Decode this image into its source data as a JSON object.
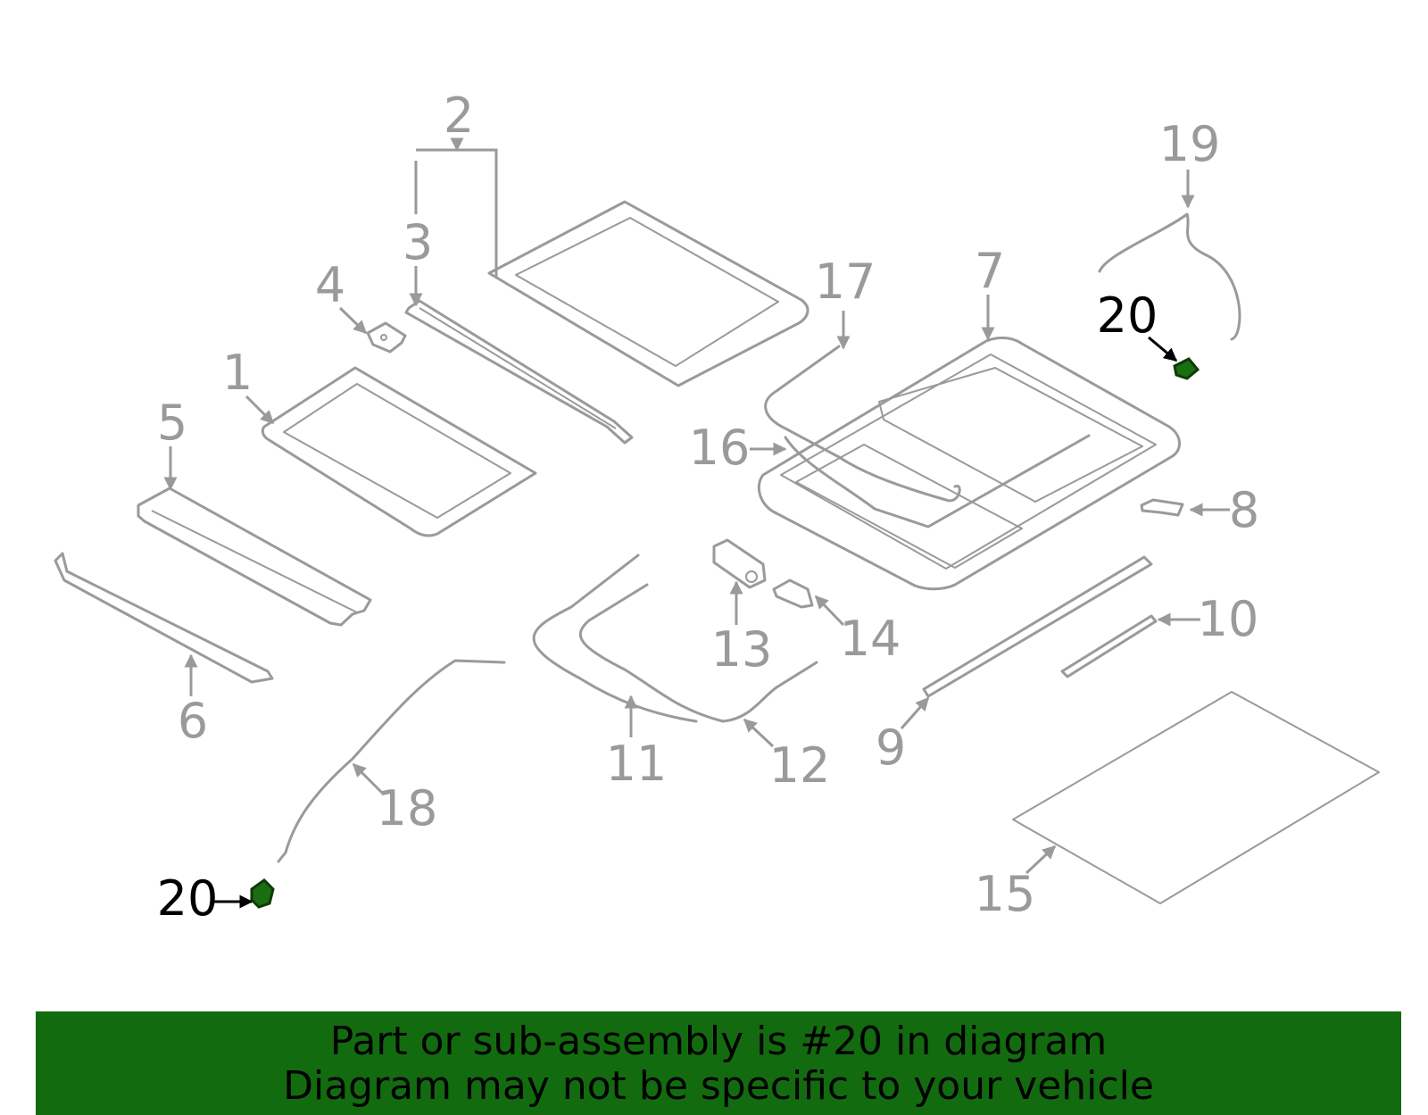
{
  "diagram": {
    "callouts": [
      "1",
      "2",
      "3",
      "4",
      "5",
      "6",
      "7",
      "8",
      "9",
      "10",
      "11",
      "12",
      "13",
      "14",
      "15",
      "16",
      "17",
      "18",
      "19",
      "20",
      "20"
    ],
    "highlighted_part": "20",
    "colors": {
      "outline": "#9a9a9a",
      "highlight": "#1a6e12",
      "banner": "#136b0f",
      "label_highlight": "#000000"
    }
  },
  "banner": {
    "line1": "Part or sub-assembly is #20 in diagram",
    "line2": "Diagram may not be specific to your vehicle"
  }
}
